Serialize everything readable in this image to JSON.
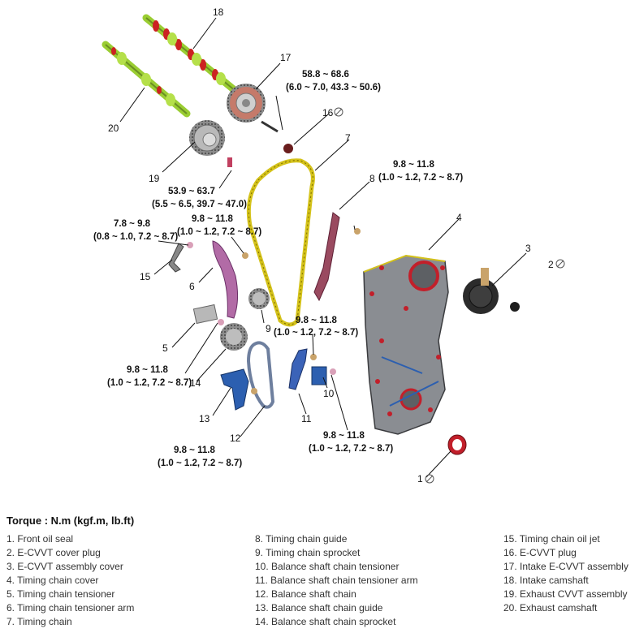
{
  "torque_title": "Torque : N.m (kgf.m, lb.ft)",
  "callouts": {
    "n1": "1",
    "n2": "2",
    "n3": "3",
    "n4": "4",
    "n5": "5",
    "n6": "6",
    "n7": "7",
    "n8": "8",
    "n9": "9",
    "n10": "10",
    "n11": "11",
    "n12": "12",
    "n13": "13",
    "n14": "14",
    "n15": "15",
    "n16": "16",
    "n17": "17",
    "n18": "18",
    "n19": "19",
    "n20": "20"
  },
  "torques": {
    "t17_a": "58.8 ~ 68.6",
    "t17_b": "(6.0 ~ 7.0, 43.3 ~ 50.6)",
    "t19_a": "53.9 ~ 63.7",
    "t19_b": "(5.5 ~ 6.5, 39.7 ~ 47.0)",
    "t8_a": "9.8 ~ 11.8",
    "t8_b": "(1.0 ~ 1.2, 7.2 ~ 8.7)",
    "t15_a": "7.8 ~ 9.8",
    "t15_b": "(0.8 ~ 1.0, 7.2 ~ 8.7)",
    "t6_a": "9.8 ~ 11.8",
    "t6_b": "(1.0 ~ 1.2, 7.2 ~ 8.7)",
    "t9_a": "9.8 ~ 11.8",
    "t9_b": "(1.0 ~ 1.2, 7.2 ~ 8.7)",
    "t14_a": "9.8 ~ 11.8",
    "t14_b": "(1.0 ~ 1.2, 7.2 ~ 8.7)",
    "t10_a": "9.8 ~ 11.8",
    "t10_b": "(1.0 ~ 1.2, 7.2 ~ 8.7)",
    "t12_a": "9.8 ~ 11.8",
    "t12_b": "(1.0 ~ 1.2, 7.2 ~ 8.7)"
  },
  "legend_col1": [
    "1. Front oil seal",
    "2. E-CVVT cover plug",
    "3. E-CVVT assembly cover",
    "4. Timing chain cover",
    "5. Timing chain tensioner",
    "6. Timing chain tensioner arm",
    "7. Timing chain"
  ],
  "legend_col2": [
    "8. Timing chain guide",
    "9. Timing chain sprocket",
    "10. Balance shaft chain tensioner",
    "11. Balance shaft chain tensioner arm",
    "12. Balance shaft chain",
    "13. Balance shaft chain guide",
    "14. Balance shaft chain sprocket"
  ],
  "legend_col3": [
    "15. Timing chain oil jet",
    "16. E-CVVT plug",
    "17. Intake E-CVVT assembly",
    "18. Intake camshaft",
    "19. Exhaust CVVT assembly",
    "20. Exhaust camshaft"
  ],
  "colors": {
    "camshaft": "#9acd32",
    "cam_lobe": "#cc2222",
    "chain": "#d4c21a",
    "guide": "#9a4a60",
    "cover": "#8a8d92",
    "seal": "#c21f2a",
    "bracket": "#2c5fb0",
    "sprocket": "#9a9a9a"
  }
}
